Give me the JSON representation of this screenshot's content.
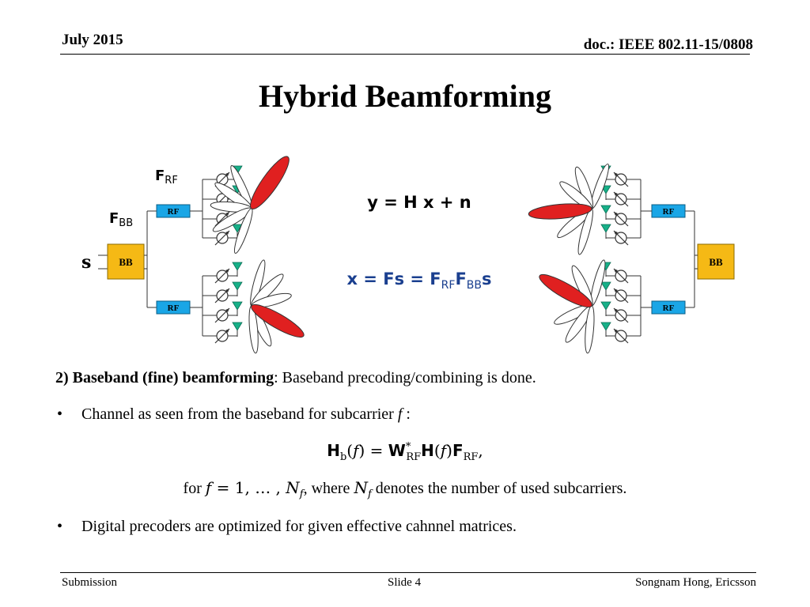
{
  "header": {
    "date": "July 2015",
    "doc": "doc.: IEEE 802.11-15/0808"
  },
  "title": "Hybrid Beamforming",
  "diagram": {
    "frf_main": "F",
    "frf_sub": "RF",
    "fbb_main": "F",
    "fbb_sub": "BB",
    "s_label": "s",
    "bb_label": "BB",
    "rf_label": "RF",
    "eq1": "y = H x + n",
    "eq2_lhs": "x = Fs = F",
    "eq2_sub1": "RF",
    "eq2_f2": "F",
    "eq2_sub2": "BB",
    "eq2_s": "s",
    "colors": {
      "bb_box": "#f5b915",
      "rf_box": "#1aa6e6",
      "beam_active": "#e02020",
      "antenna": "#17b088",
      "eq2": "#1a3f8f"
    }
  },
  "body": {
    "line1_bold": "2) Baseband (fine) beamforming",
    "line1_rest": ": Baseband  precoding/combining is done.",
    "bullet_char": "•",
    "bullet1": "Channel as seen from the baseband for subcarrier ",
    "bullet1_var": "f",
    "bullet1_end": " :",
    "formula_H": "H",
    "formula_b": "b",
    "formula_arg1": "(",
    "formula_f1": "f",
    "formula_mid": ") = ",
    "formula_W": "W",
    "formula_star": "*",
    "formula_RF1": "RF",
    "formula_H2": "H",
    "formula_arg2": "(",
    "formula_f2": "f",
    "formula_close": ")",
    "formula_F": "F",
    "formula_RF2": "RF",
    "formula_comma": ",",
    "for_pre": "for ",
    "for_f": "f",
    "for_eq": " = 1, … , ",
    "for_N": "N",
    "for_Nsub": "f",
    "for_where": ", where ",
    "for_N2": "N",
    "for_N2sub": "f",
    "for_rest": " denotes the number of  used subcarriers.",
    "bullet2": "Digital precoders are optimized for given effective cahnnel matrices."
  },
  "footer": {
    "left": "Submission",
    "center": "Slide 4",
    "right": "Songnam Hong, Ericsson"
  }
}
